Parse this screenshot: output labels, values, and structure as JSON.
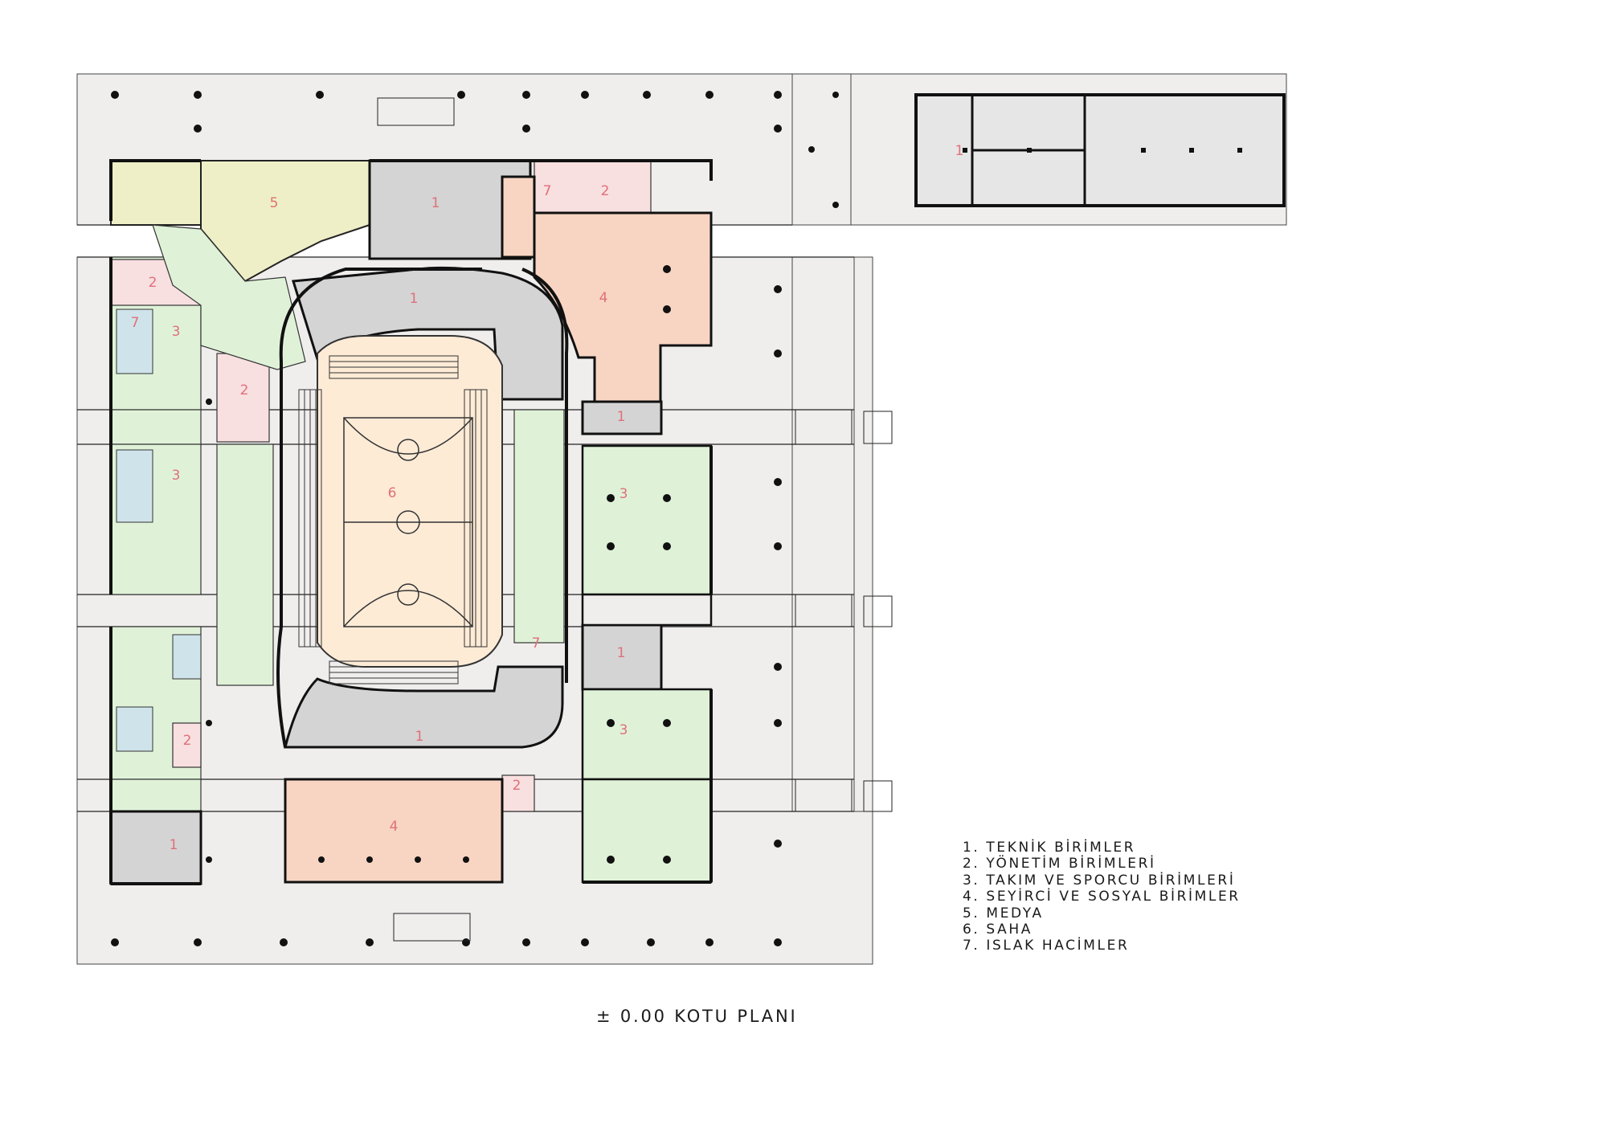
{
  "title": "± 0.00 KOTU PLANI",
  "legend": [
    "1. TEKNİK BİRİMLER",
    "2. YÖNETİM BİRİMLERİ",
    "3. TAKIM VE SPORCU BİRİMLERİ",
    "4. SEYİRCİ VE SOSYAL BİRİMLER",
    "5. MEDYA",
    "6. SAHA",
    "7. ISLAK HACİMLER"
  ],
  "room_numbers": [
    "1",
    "2",
    "3",
    "4",
    "5",
    "6",
    "7"
  ],
  "zone_colors": {
    "technical": "#d4d4d4",
    "management": "#f8dfe0",
    "team_athlete": "#dff2d8",
    "spectator_social": "#f8d5c2",
    "media": "#eeefc6",
    "court": "#fdebd6",
    "wet": "#cfe3ea",
    "circulation": "#f0eded"
  }
}
